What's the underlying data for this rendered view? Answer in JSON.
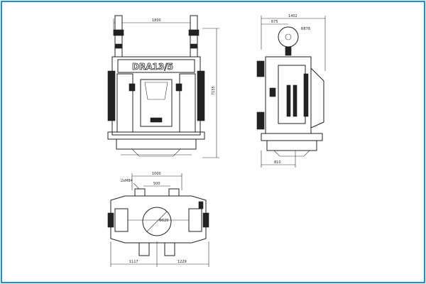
{
  "colors": {
    "frame_border": "#1e8fc8",
    "line": "#222222",
    "background": "#ffffff"
  },
  "front_view": {
    "width_dim": "1800",
    "height_dim": "7155",
    "machine_label": "DRA13/5"
  },
  "side_view": {
    "width_dim": "1402",
    "offset_dim": "675",
    "radius_dim": "R878",
    "bottom_dim": "810"
  },
  "top_view": {
    "outer_dim": "1000",
    "inner_dim": "500",
    "bolt_label": "2xM84",
    "bore_dim": "Φ620",
    "left_dim": "1117",
    "right_dim": "1229"
  }
}
